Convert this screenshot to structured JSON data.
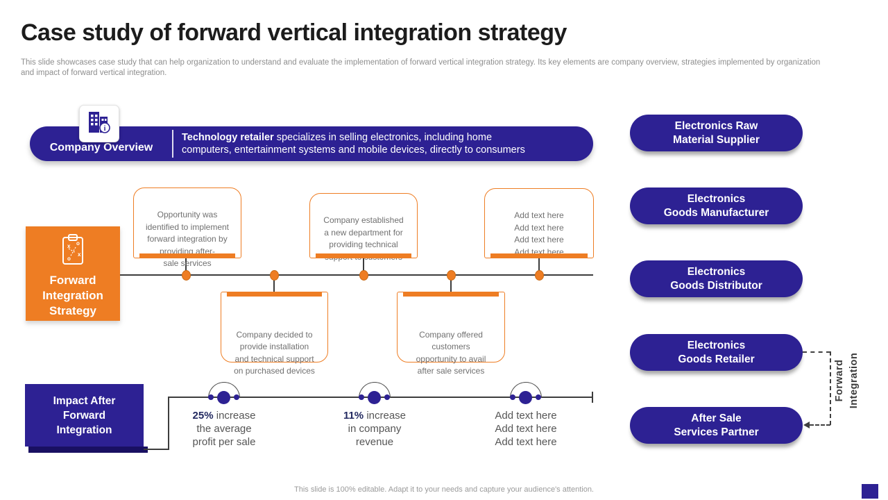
{
  "slide": {
    "title": "Case study of forward vertical integration strategy",
    "subtitle_lines": [
      "This slide showcases case study that can help organization to understand and evaluate the implementation of forward vertical integration strategy. Its key elements are company overview,  strategies implemented by organization",
      "and impact of forward vertical integration."
    ],
    "footer": "This slide is 100% editable.  Adapt it to your needs and capture your audience's attention."
  },
  "colors": {
    "indigo": "#2d2193",
    "orange": "#ee7d23",
    "line_dark": "#3c3c3c"
  },
  "overview": {
    "label": "Company Overview",
    "icon": "buildings-info-icon",
    "bold": "Technology retailer",
    "line1_rest": " specializes in selling electronics, including home",
    "line2": "computers, entertainment systems and mobile devices, directly to consumers"
  },
  "strategy": {
    "label_lines": [
      "Forward",
      "Integration",
      "Strategy"
    ],
    "icon": "strategy-clipboard-icon",
    "top_boxes": [
      {
        "lines": [
          "Opportunity was",
          "identified to implement",
          "forward integration by",
          "providing after-",
          "sale services"
        ]
      },
      {
        "lines": [
          "Company established",
          "a new department for",
          "providing technical",
          "support to customers"
        ]
      },
      {
        "lines": [
          "Add text here",
          "Add text here",
          "Add text here",
          "Add text here"
        ]
      }
    ],
    "bottom_boxes": [
      {
        "lines": [
          "Company decided to",
          "provide installation",
          "and technical support",
          "on purchased devices"
        ]
      },
      {
        "lines": [
          "Company offered",
          "customers",
          "opportunity to avail",
          "after sale services"
        ]
      }
    ]
  },
  "impact": {
    "label_lines": [
      "Impact After",
      "Forward",
      "Integration"
    ],
    "stats": [
      {
        "bold": "25%",
        "first_rest": " increase",
        "lines": [
          "the average",
          "profit per sale"
        ]
      },
      {
        "bold": "11%",
        "first_rest": " increase",
        "lines": [
          "in company",
          "revenue"
        ]
      },
      {
        "bold": "",
        "first_rest": "Add text here",
        "lines": [
          "Add text here",
          "Add text here"
        ]
      }
    ]
  },
  "chain": {
    "items": [
      {
        "lines": [
          "Electronics Raw",
          "Material Supplier"
        ]
      },
      {
        "lines": [
          "Electronics",
          "Goods Manufacturer"
        ]
      },
      {
        "lines": [
          "Electronics",
          "Goods Distributor"
        ]
      },
      {
        "lines": [
          "Electronics",
          "Goods Retailer"
        ]
      },
      {
        "lines": [
          "After Sale",
          "Services Partner"
        ]
      }
    ],
    "arrow_label_lines": [
      "Forward",
      "Integration"
    ]
  }
}
